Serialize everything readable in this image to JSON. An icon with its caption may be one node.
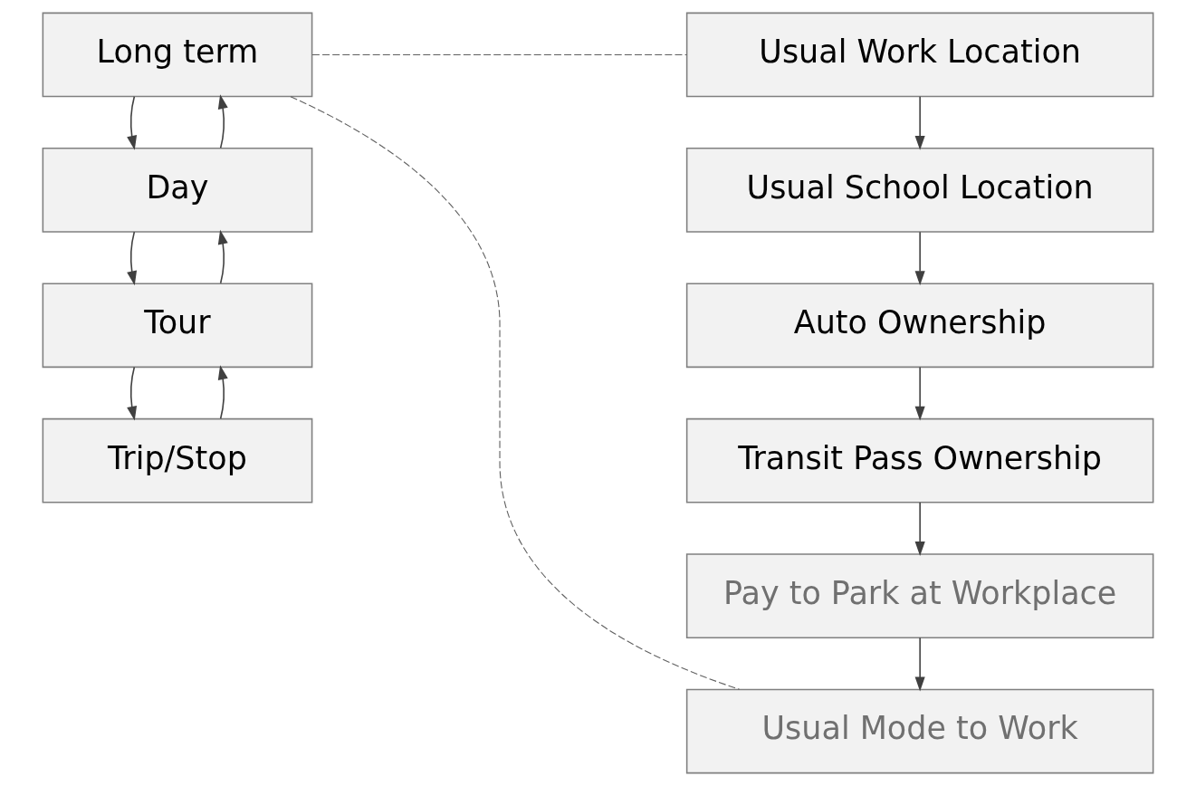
{
  "diagram": {
    "nodes": [
      {
        "text": [
          "Long term"
        ]
      },
      {
        "text": [
          "Day"
        ]
      },
      {
        "text": [
          "Tour"
        ]
      },
      {
        "text": [
          "Trip/Stop"
        ]
      },
      {
        "text": [
          "Usual Work Location"
        ]
      },
      {
        "text": [
          "Usual School Location"
        ]
      },
      {
        "text": [
          "Auto Ownership"
        ]
      },
      {
        "text": [
          "Transit Pass Ownership"
        ]
      },
      {
        "text": [
          "Pay to Park at Workplace"
        ]
      },
      {
        "text": [
          "Usual Mode to Work"
        ]
      }
    ],
    "edges": [
      {
        "from": 0,
        "to": 1,
        "arrow": "to"
      },
      {
        "from": 1,
        "to": 0,
        "arrow": "to"
      },
      {
        "from": 1,
        "to": 2,
        "arrow": "to"
      },
      {
        "from": 2,
        "to": 1,
        "arrow": "to"
      },
      {
        "from": 2,
        "to": 3,
        "arrow": "to"
      },
      {
        "from": 3,
        "to": 2,
        "arrow": "to"
      },
      {
        "from": 4,
        "to": 5,
        "arrow": "to"
      },
      {
        "from": 5,
        "to": 6,
        "arrow": "to"
      },
      {
        "from": 6,
        "to": 7,
        "arrow": "to"
      },
      {
        "from": 7,
        "to": 8,
        "arrow": "to"
      },
      {
        "from": 8,
        "to": 9,
        "arrow": "to"
      },
      {
        "from": 0,
        "to": 4,
        "arrow": "none",
        "style": "dashed"
      },
      {
        "from": 0,
        "to": 9,
        "arrow": "none",
        "style": "dashed"
      }
    ]
  }
}
